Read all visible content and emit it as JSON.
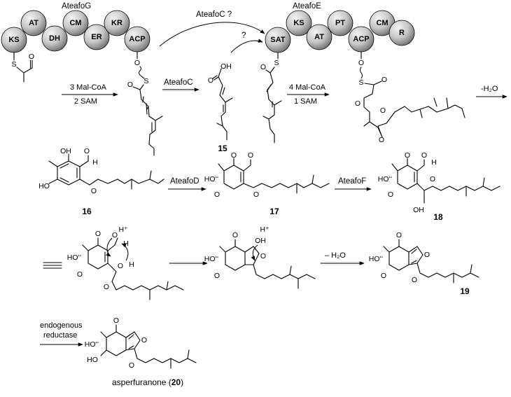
{
  "modules": {
    "pks1_name": "AteafoG",
    "pks1_domains": [
      "KS",
      "AT",
      "DH",
      "CM",
      "ER",
      "KR",
      "ACP"
    ],
    "pks2_name": "AteafoE",
    "pks2_domains": [
      "SAT",
      "KS",
      "AT",
      "PT",
      "ACP",
      "CM",
      "R"
    ]
  },
  "arrows": {
    "transfer_question": "AteafoC ?",
    "sat_question": "?",
    "step1_top": "3 Mal-CoA",
    "step1_bottom": "2 SAM",
    "step2": "AteafoC",
    "step3_top": "4 Mal-CoA",
    "step3_bottom": "1 SAM",
    "step4": "-H₂O",
    "step5": "AteafoD",
    "step6": "AteafoF",
    "step7": "– H₂O",
    "step8_top": "endogenous",
    "step8_bottom": "reductase"
  },
  "atoms": {
    "o": "O",
    "s": "S",
    "oh": "OH",
    "ho": "HO",
    "h": "H",
    "ho_wedge": "HOʻʻ",
    "h_plus": "H⁺"
  },
  "compounds": {
    "c15": "15",
    "c16": "16",
    "c17": "17",
    "c18": "18",
    "c19": "19",
    "c20_name": "asperfuranone",
    "c20_num": "20"
  },
  "colors": {
    "ball_light": "#f4f4f4",
    "ball_dark": "#7d7d7d",
    "ink": "#000000"
  }
}
